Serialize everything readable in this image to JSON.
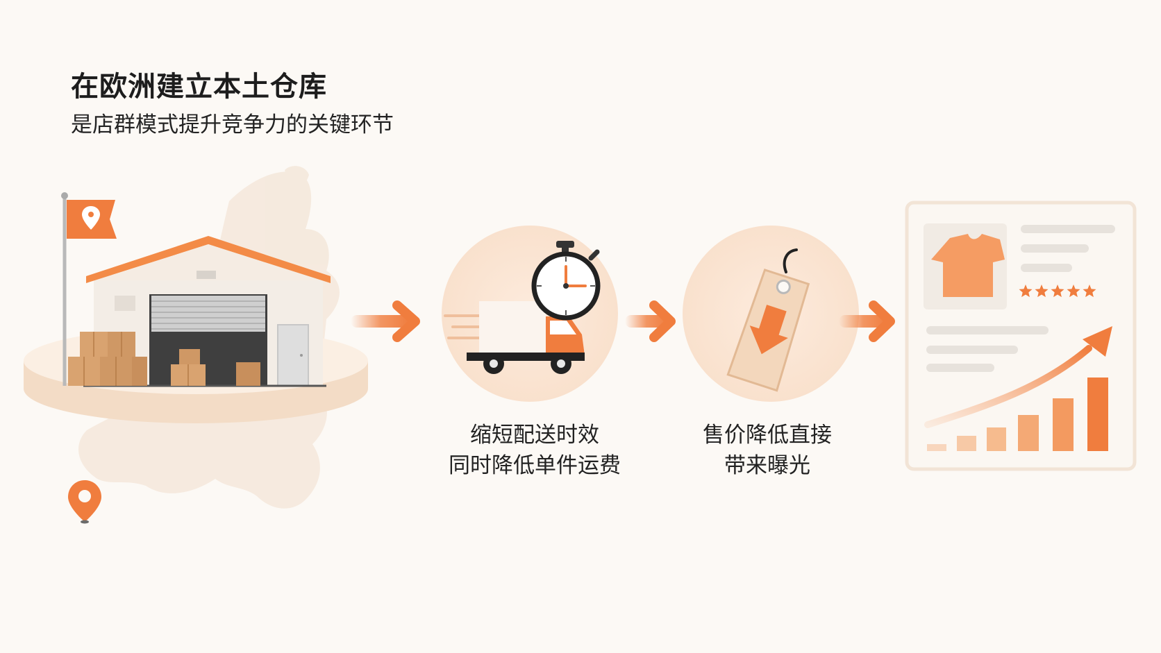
{
  "header": {
    "title": "在欧洲建立本土仓库",
    "subtitle": "是店群模式提升竞争力的关键环节"
  },
  "steps": [
    {
      "icon": "delivery-truck-stopwatch-icon",
      "caption_lines": [
        "缩短配送时效",
        "同时降低单件运费"
      ]
    },
    {
      "icon": "price-tag-down-arrow-icon",
      "caption_lines": [
        "售价降低直接",
        "带来曝光"
      ]
    }
  ],
  "product_card": {
    "icon": "tshirt-icon",
    "rating_stars": 5
  },
  "colors": {
    "accent": "#f07d3e",
    "accent_light": "#f7a673",
    "background": "#fcf9f5",
    "circle_bg": "#fbe6d6"
  }
}
